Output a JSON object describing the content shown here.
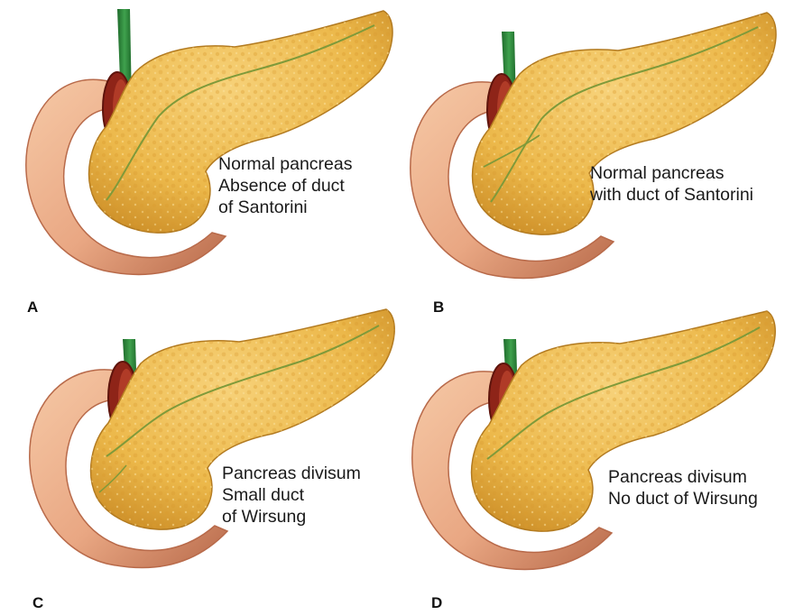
{
  "panels": [
    {
      "letter": "A",
      "caption": [
        "Normal pancreas",
        "Absence of duct",
        "of Santorini"
      ],
      "duct_variant": "wirsung-only"
    },
    {
      "letter": "B",
      "caption": [
        "Normal pancreas",
        "with duct of Santorini"
      ],
      "duct_variant": "wirsung-and-santorini"
    },
    {
      "letter": "C",
      "caption": [
        "Pancreas divisum",
        "Small duct",
        "of Wirsung"
      ],
      "duct_variant": "divisum-small-wirsung"
    },
    {
      "letter": "D",
      "caption": [
        "Pancreas divisum",
        "No duct of Wirsung"
      ],
      "duct_variant": "divisum-no-wirsung"
    }
  ],
  "colors": {
    "pancreas": "#ecb84a",
    "pancreas_shadow": "#c98a24",
    "duodenum": "#e9a783",
    "duodenum_shadow": "#b86a4a",
    "duct": "#7f9a3a",
    "bile_duct": "#2f8a3c",
    "ampulla": "#8e2418"
  }
}
